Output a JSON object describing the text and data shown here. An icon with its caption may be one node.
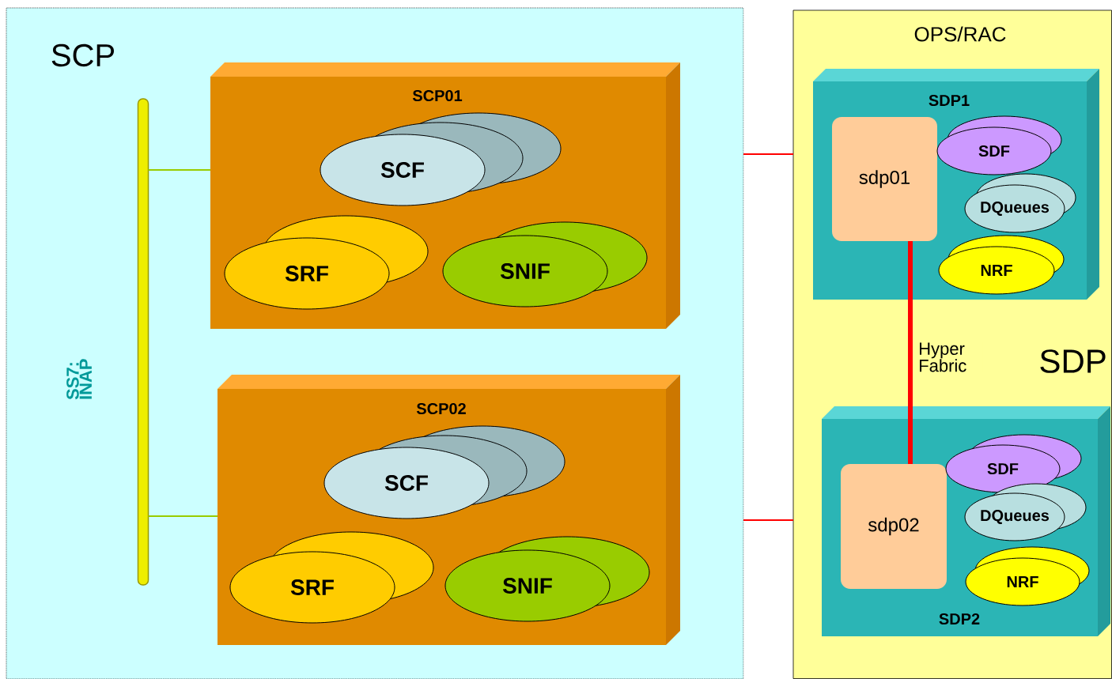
{
  "diagram": {
    "nodes": [
      {
        "text": [
          "SCP"
        ]
      },
      {
        "text": [],
        "shape": "bar",
        "in": 0,
        "beside": [
          "SS7: INAP"
        ]
      },
      {
        "text": [
          "SCP01"
        ],
        "in": 0
      },
      {
        "text": [
          "SCF"
        ],
        "in": 2
      },
      {
        "text": [
          "SRF"
        ],
        "in": 2
      },
      {
        "text": [
          "SNIF"
        ],
        "in": 2
      },
      {
        "text": [
          "SCP02"
        ],
        "in": 0
      },
      {
        "text": [
          "SCF"
        ],
        "in": 6
      },
      {
        "text": [
          "SRF"
        ],
        "in": 6
      },
      {
        "text": [
          "SNIF"
        ],
        "in": 6
      },
      {
        "text": [
          "OPS/RAC",
          "SDP"
        ]
      },
      {
        "text": [
          "SDP1"
        ],
        "in": 10
      },
      {
        "text": [
          "sdp01"
        ],
        "in": 11
      },
      {
        "text": [
          "SDF"
        ],
        "in": 11
      },
      {
        "text": [
          "DQueues"
        ],
        "in": 11
      },
      {
        "text": [
          "NRF"
        ],
        "in": 11
      },
      {
        "text": [
          "SDP2"
        ],
        "in": 10
      },
      {
        "text": [
          "sdp02"
        ],
        "in": 16
      },
      {
        "text": [
          "SDF"
        ],
        "in": 16
      },
      {
        "text": [
          "DQueues"
        ],
        "in": 16
      },
      {
        "text": [
          "NRF"
        ],
        "in": 16
      }
    ],
    "edges": [
      {
        "from": 1,
        "to": 2,
        "arrow": "none",
        "color": "#99cc00"
      },
      {
        "from": 1,
        "to": 6,
        "arrow": "none",
        "color": "#99cc00"
      },
      {
        "from": 0,
        "to": 10,
        "arrow": "none",
        "color": "#ff0000"
      },
      {
        "from": 0,
        "to": 10,
        "arrow": "none",
        "color": "#ff0000"
      },
      {
        "from": 12,
        "to": 17,
        "arrow": "none",
        "label": "Hyper Fabric",
        "style": "thick",
        "color": "#ff0000"
      }
    ]
  }
}
